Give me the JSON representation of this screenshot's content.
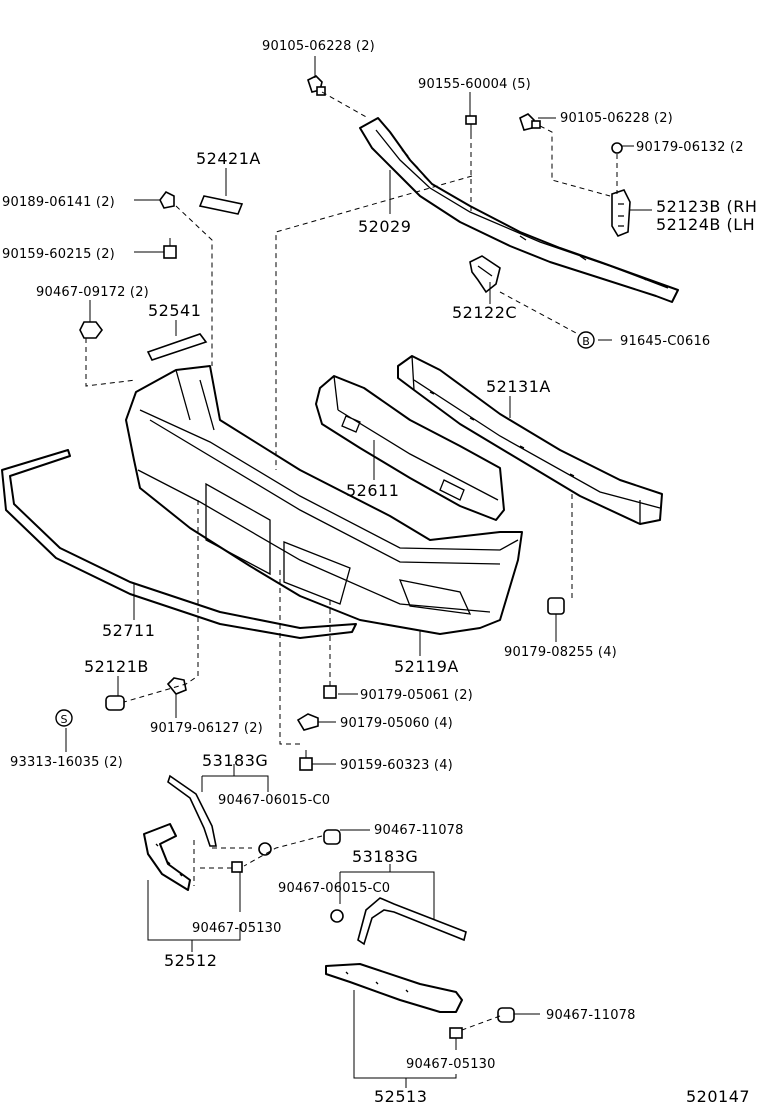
{
  "diagram_id": "520147",
  "labels": {
    "bolt_top_left": "90105-06228 (2)",
    "screw_top": "90155-60004 (5)",
    "bolt_top_right": "90105-06228 (2)",
    "nut_top_right": "90179-06132 (2",
    "retainer_rh": "52123B (RH",
    "retainer_lh": "52124B (LH",
    "reinforcement_upper": "52029",
    "label_plate": "52421A",
    "clip_left_1": "90189-06141 (2)",
    "clip_left_2": "90159-60215 (2)",
    "clip_left_3": "90467-09172 (2)",
    "seal_upper": "52541",
    "bracket": "52122C",
    "bolt_b": "91645-C0616",
    "reinforcement_front": "52131A",
    "absorber": "52611",
    "moulding": "52711",
    "bumper_cover": "52119A",
    "nut_right_lower": "90179-08255 (4)",
    "spacer": "52121B",
    "nut_spacer": "90179-06127 (2)",
    "screw_s": "93313-16035 (2)",
    "nut_1": "90179-05061 (2)",
    "nut_2": "90179-05060 (4)",
    "clip_lower": "90159-60323 (4)",
    "extension_upper_left": "53183G",
    "clip_ext_left": "90467-06015-C0",
    "clip_ext_left_2": "90467-11078",
    "extension_upper_right": "53183G",
    "clip_ext_right": "90467-06015-C0",
    "clip_left_lower": "90467-05130",
    "extension_left": "52512",
    "clip_right_lower": "90467-11078",
    "clip_right_lower_2": "90467-05130",
    "extension_right": "52513"
  },
  "markers": {
    "circle_b": "B",
    "circle_s": "S"
  }
}
